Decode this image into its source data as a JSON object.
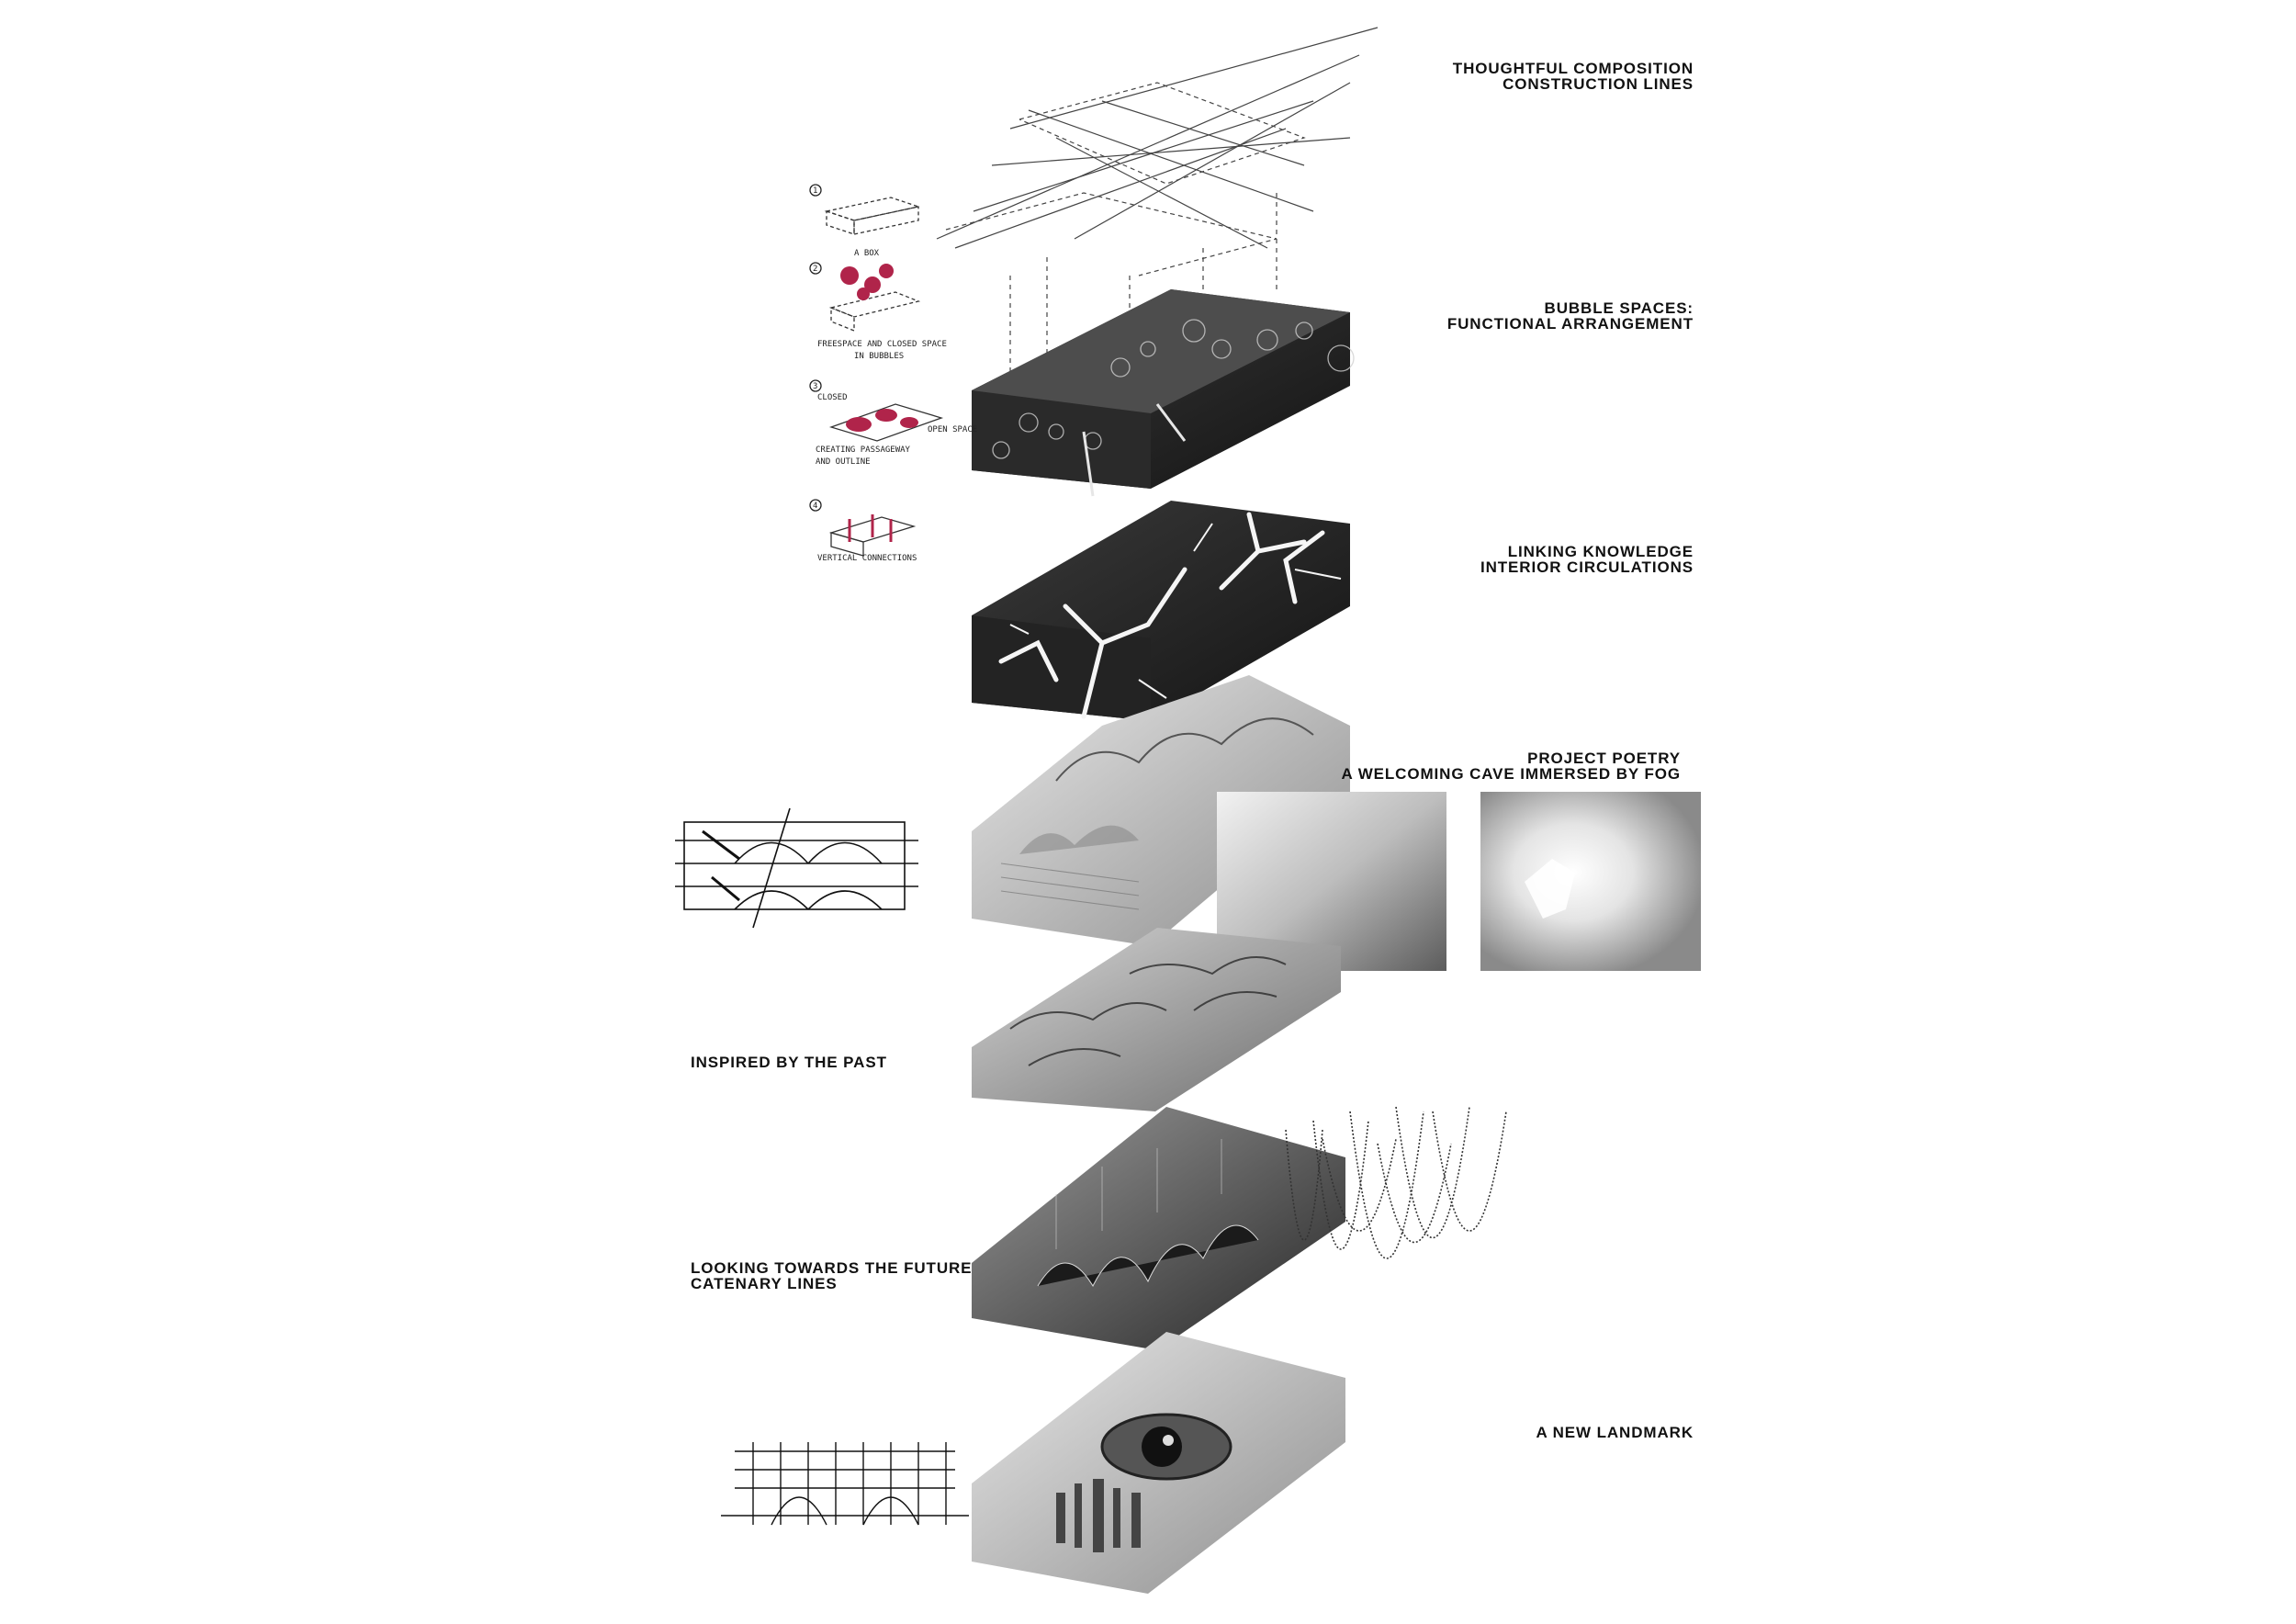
{
  "captions": {
    "composition": {
      "line1": "THOUGHTFUL COMPOSITION",
      "line2": "CONSTRUCTION LINES"
    },
    "bubble": {
      "line1": "BUBBLE SPACES:",
      "line2": "FUNCTIONAL ARRANGEMENT"
    },
    "linking": {
      "line1": "LINKING KNOWLEDGE",
      "line2": "INTERIOR CIRCULATIONS"
    },
    "poetry": {
      "line1": "PROJECT POETRY",
      "line2": "A WELCOMING CAVE IMMERSED BY FOG"
    },
    "past": {
      "line1": "INSPIRED BY THE PAST"
    },
    "future": {
      "line1": "LOOKING TOWARDS THE FUTURE",
      "line2": "CATENARY LINES"
    },
    "landmark": {
      "line1": "A NEW LANDMARK"
    }
  },
  "sketch_steps": [
    {
      "number": "1",
      "note": "A BOX"
    },
    {
      "number": "2",
      "note": "FREESPACE AND CLOSED SPACE",
      "note2": "IN BUBBLES"
    },
    {
      "number": "3",
      "note": "CREATING PASSAGEWAY",
      "note2": "AND OUTLINE",
      "tag_a": "CLOSED",
      "tag_b": "OPEN SPACE"
    },
    {
      "number": "4",
      "note": "VERTICAL CONNECTIONS"
    }
  ],
  "colors": {
    "bubble": "#b0244a",
    "ink": "#111111"
  }
}
